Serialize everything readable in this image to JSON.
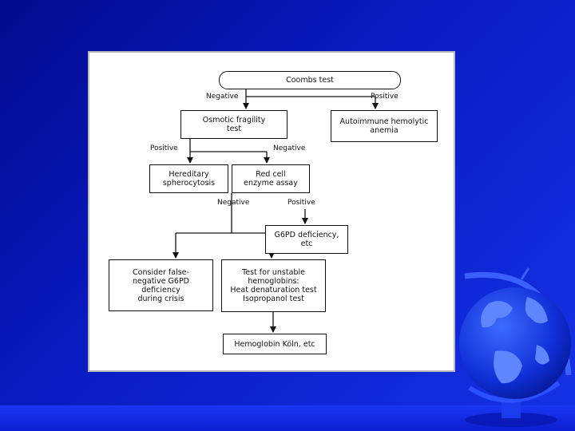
{
  "diagram": {
    "nodes": {
      "coombs": "Coombs test",
      "osmotic": "Osmotic fragility\ntest",
      "autoimmune": "Autoimmune hemolytic\nanemia",
      "hereditary": "Hereditary\nspherocytosis",
      "enzyme": "Red cell\nenzyme assay",
      "g6pd": "G6PD deficiency,\netc",
      "false_negative": "Consider false-\nnegative G6PD\ndeficiency\nduring crisis",
      "unstable": "Test for unstable\nhemoglobins:\nHeat denaturation test\nIsopropanol test",
      "hemoglobin": "Hemoglobin Köln, etc"
    },
    "edge_labels": {
      "coombs_negative": "Negative",
      "coombs_positive": "Positive",
      "osmotic_positive": "Positive",
      "osmotic_negative": "Negative",
      "enzyme_negative": "Negative",
      "enzyme_positive": "Positive"
    }
  }
}
